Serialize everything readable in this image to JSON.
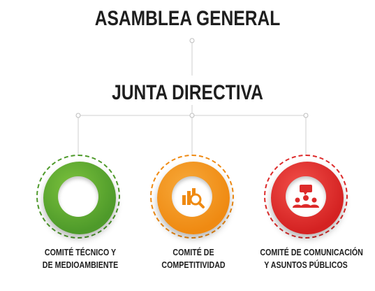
{
  "titles": {
    "top": "ASAMBLEA GENERAL",
    "middle": "JUNTA DIRECTIVA"
  },
  "committees": [
    {
      "line1": "COMITÉ TÉCNICO Y",
      "line2": "DE MEDIOAMBIENTE",
      "icon": "hands-plant-icon",
      "color": "#4e9a2a"
    },
    {
      "line1": "COMITÉ DE",
      "line2": "COMPETITIVIDAD",
      "icon": "chart-magnifier-icon",
      "color": "#ef8a12"
    },
    {
      "line1": "COMITÉ DE COMUNICACIÓN",
      "line2": "Y ASUNTOS PÚBLICOS",
      "icon": "people-chat-icon",
      "color": "#dd2a2a"
    }
  ]
}
